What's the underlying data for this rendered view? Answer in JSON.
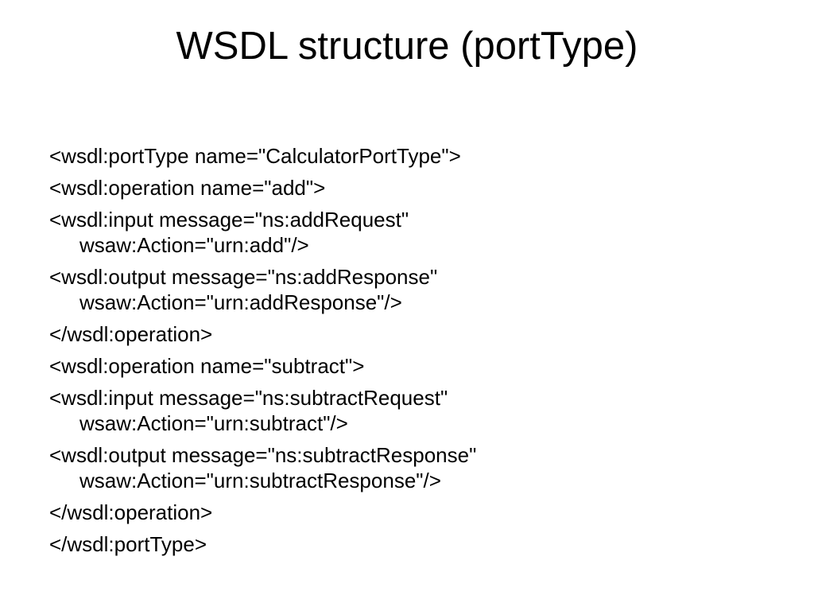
{
  "slide": {
    "title": "WSDL structure (portType)",
    "lines": [
      "<wsdl:portType name=\"CalculatorPortType\">",
      "<wsdl:operation name=\"add\">",
      "<wsdl:input message=\"ns:addRequest\" wsaw:Action=\"urn:add\"/>",
      "<wsdl:output message=\"ns:addResponse\" wsaw:Action=\"urn:addResponse\"/>",
      "</wsdl:operation>",
      "<wsdl:operation name=\"subtract\">",
      "<wsdl:input message=\"ns:subtractRequest\" wsaw:Action=\"urn:subtract\"/>",
      "<wsdl:output message=\"ns:subtractResponse\" wsaw:Action=\"urn:subtractResponse\"/>",
      "</wsdl:operation>",
      "</wsdl:portType>"
    ]
  }
}
